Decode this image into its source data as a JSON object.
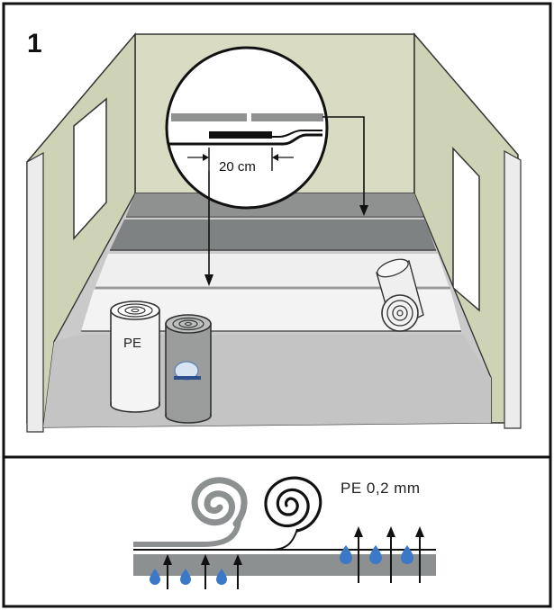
{
  "step_number": "1",
  "detail": {
    "overlap_label": "20 cm"
  },
  "rolls": {
    "front_roll_label": "PE"
  },
  "bottom_panel": {
    "film_label": "PE 0,2 mm"
  },
  "colors": {
    "wall": "#d8dcc0",
    "floor": "#c9c9c9",
    "film_strip_dark": "#8a8c8c",
    "film_strip_light": "#eeeeee",
    "moisture_drop": "#3c78c8",
    "outline": "#111111"
  }
}
